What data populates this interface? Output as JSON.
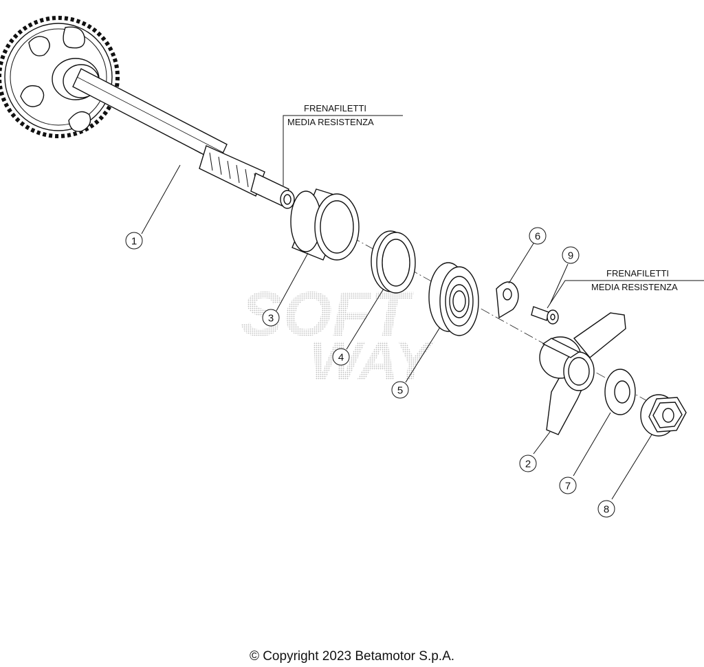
{
  "watermark": {
    "line1": "SOFT",
    "line2": "WAY"
  },
  "callouts": [
    {
      "line1": "FRENAFILETTI",
      "line2": "MEDIA RESISTENZA"
    },
    {
      "line1": "FRENAFILETTI",
      "line2": "MEDIA RESISTENZA"
    }
  ],
  "parts": [
    {
      "number": "1",
      "name": "shaft-with-sprocket"
    },
    {
      "number": "2",
      "name": "kick-start-lever-hub"
    },
    {
      "number": "3",
      "name": "bushing"
    },
    {
      "number": "4",
      "name": "oil-seal"
    },
    {
      "number": "5",
      "name": "bearing"
    },
    {
      "number": "6",
      "name": "lock-plate"
    },
    {
      "number": "7",
      "name": "washer"
    },
    {
      "number": "8",
      "name": "flange-nut"
    },
    {
      "number": "9",
      "name": "screw"
    }
  ],
  "copyright": "© Copyright 2023 Betamotor S.p.A."
}
